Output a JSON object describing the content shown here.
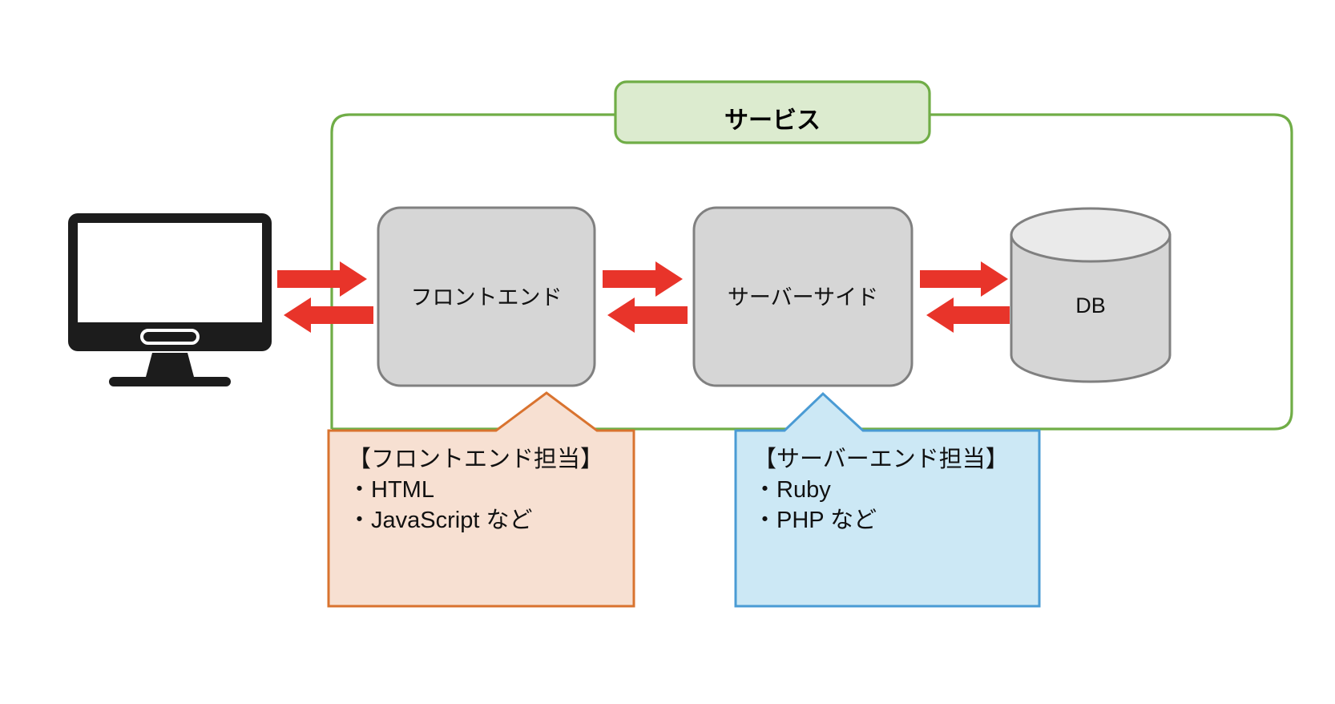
{
  "diagram": {
    "title_group": {
      "service_label": "サービス"
    },
    "nodes": [
      {
        "id": "client",
        "label": "",
        "icon": "desktop-monitor-icon"
      },
      {
        "id": "frontend",
        "label": "フロントエンド"
      },
      {
        "id": "serverside",
        "label": "サーバーサイド"
      },
      {
        "id": "db",
        "label": "DB"
      }
    ],
    "callouts": [
      {
        "id": "frontend-callout",
        "lines": [
          "【フロントエンド担当】",
          "・HTML",
          "・JavaScript など"
        ]
      },
      {
        "id": "server-callout",
        "lines": [
          "【サーバーエンド担当】",
          "・Ruby",
          "・PHP など"
        ]
      }
    ],
    "arrows": [
      {
        "id": "client-to-frontend",
        "direction": "right"
      },
      {
        "id": "frontend-to-client",
        "direction": "left"
      },
      {
        "id": "frontend-to-server",
        "direction": "right"
      },
      {
        "id": "server-to-frontend",
        "direction": "left"
      },
      {
        "id": "server-to-db",
        "direction": "right"
      },
      {
        "id": "db-to-server",
        "direction": "left"
      }
    ],
    "colors": {
      "arrow_red": "#E8342A",
      "service_border_green": "#70AD47",
      "service_fill_green": "#DCEBCF",
      "node_fill_gray": "#D6D6D6",
      "node_border_gray": "#808080",
      "db_top_fill": "#E8E8E8",
      "callout_orange_fill": "#F7E0D2",
      "callout_orange_border": "#D9732F",
      "callout_blue_fill": "#CCE8F5",
      "callout_blue_border": "#4A9BD4",
      "monitor_black": "#1C1C1C",
      "background": "#FFFFFF"
    }
  }
}
